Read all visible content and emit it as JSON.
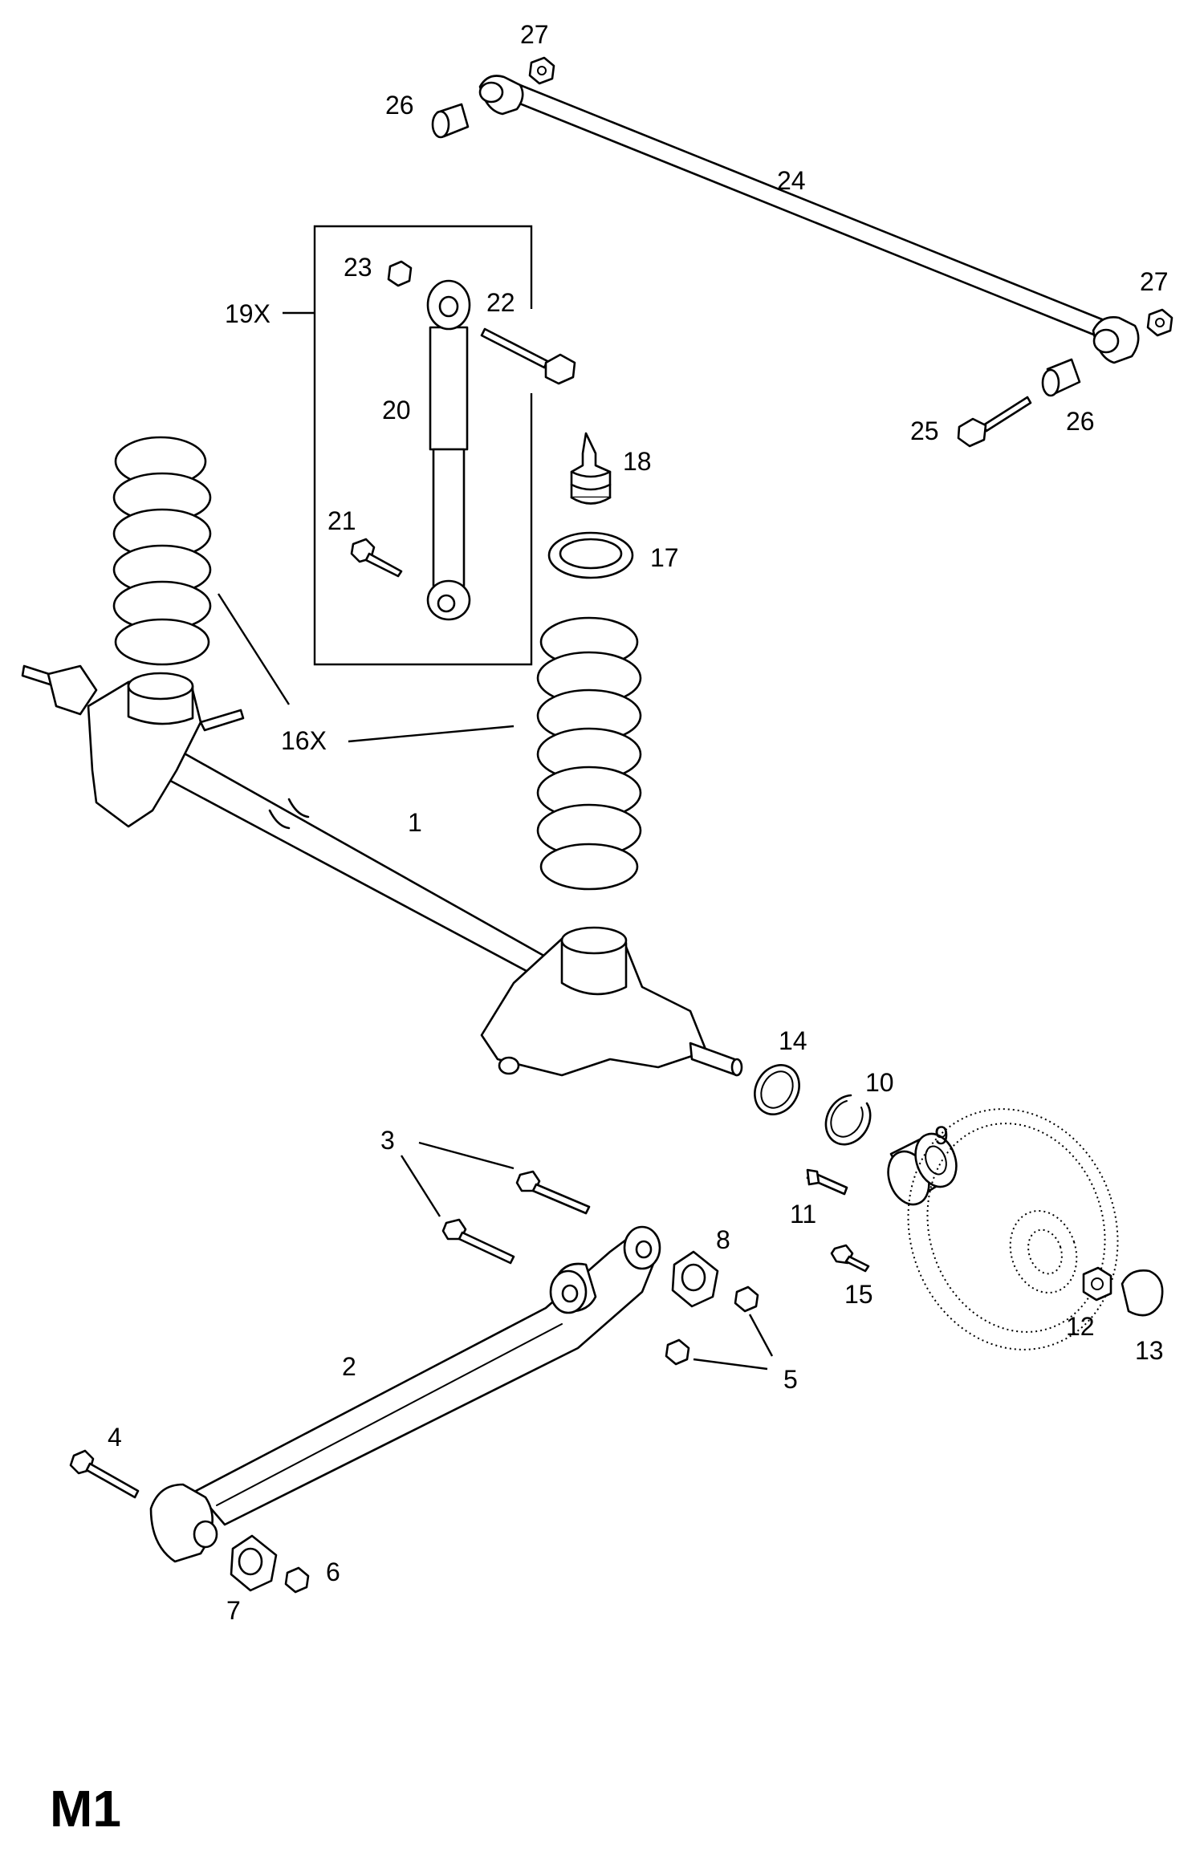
{
  "page_code": "M1",
  "callouts": {
    "c1": "1",
    "c2": "2",
    "c3": "3",
    "c4": "4",
    "c5": "5",
    "c6": "6",
    "c7": "7",
    "c8": "8",
    "c9": "9",
    "c10": "10",
    "c11": "11",
    "c12": "12",
    "c13": "13",
    "c14": "14",
    "c15": "15",
    "c16x": "16X",
    "c17": "17",
    "c18": "18",
    "c19x": "19X",
    "c20": "20",
    "c21": "21",
    "c22": "22",
    "c23": "23",
    "c24": "24",
    "c25": "25",
    "c26a": "26",
    "c26b": "26",
    "c27a": "27",
    "c27b": "27"
  }
}
